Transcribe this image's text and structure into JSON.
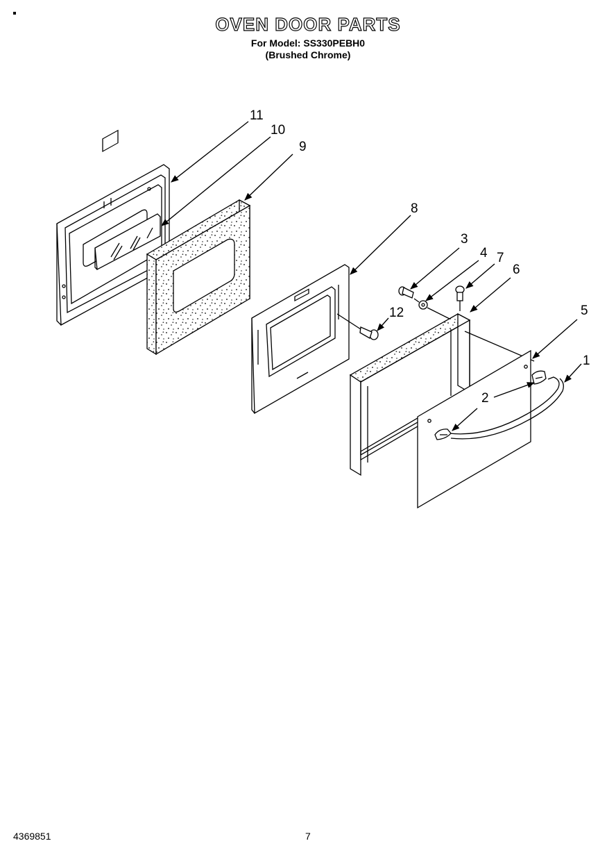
{
  "header": {
    "title": "OVEN DOOR PARTS",
    "model_line": "For Model: SS330PEBH0",
    "finish_line": "(Brushed Chrome)"
  },
  "callouts": [
    {
      "id": "11",
      "label": "11"
    },
    {
      "id": "10",
      "label": "10"
    },
    {
      "id": "9",
      "label": "9"
    },
    {
      "id": "8",
      "label": "8"
    },
    {
      "id": "3",
      "label": "3"
    },
    {
      "id": "4",
      "label": "4"
    },
    {
      "id": "7",
      "label": "7"
    },
    {
      "id": "6",
      "label": "6"
    },
    {
      "id": "12",
      "label": "12"
    },
    {
      "id": "5",
      "label": "5"
    },
    {
      "id": "1",
      "label": "1"
    },
    {
      "id": "2",
      "label": "2"
    }
  ],
  "footer": {
    "doc_number": "4369851",
    "page_number": "7"
  }
}
